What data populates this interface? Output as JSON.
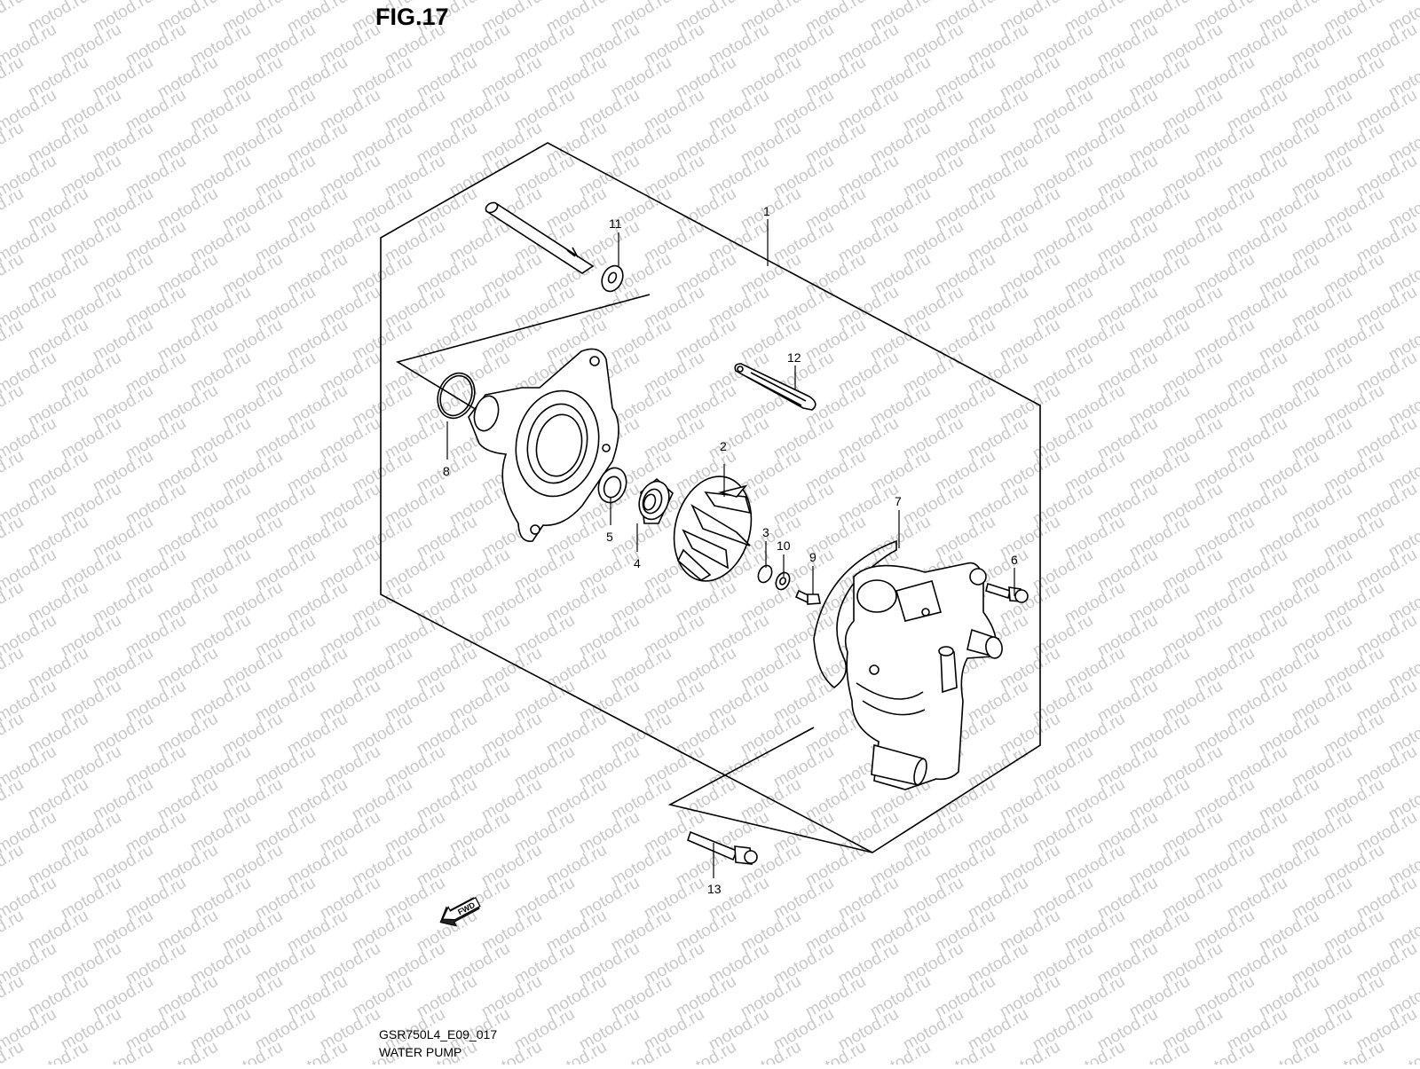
{
  "figure": {
    "title": "FIG.17",
    "drawing_code": "GSR750L4_E09_017",
    "name": "WATER PUMP",
    "fwd_label": "FWD"
  },
  "watermark": {
    "text": "motod.ru"
  },
  "callouts": {
    "c1": "1",
    "c2": "2",
    "c3": "3",
    "c4": "4",
    "c5": "5",
    "c6": "6",
    "c7": "7",
    "c8": "8",
    "c9": "9",
    "c10": "10",
    "c11": "11",
    "c12": "12",
    "c13": "13"
  },
  "parts": [
    {
      "ref": "1",
      "name": "pump-assembly"
    },
    {
      "ref": "2",
      "name": "impeller"
    },
    {
      "ref": "3",
      "name": "washer"
    },
    {
      "ref": "4",
      "name": "mechanical-seal"
    },
    {
      "ref": "5",
      "name": "oil-seal"
    },
    {
      "ref": "6",
      "name": "bolt"
    },
    {
      "ref": "7",
      "name": "o-ring"
    },
    {
      "ref": "8",
      "name": "o-ring"
    },
    {
      "ref": "9",
      "name": "bolt"
    },
    {
      "ref": "10",
      "name": "washer"
    },
    {
      "ref": "11",
      "name": "washer"
    },
    {
      "ref": "12",
      "name": "chain-guide"
    },
    {
      "ref": "13",
      "name": "bolt"
    }
  ]
}
